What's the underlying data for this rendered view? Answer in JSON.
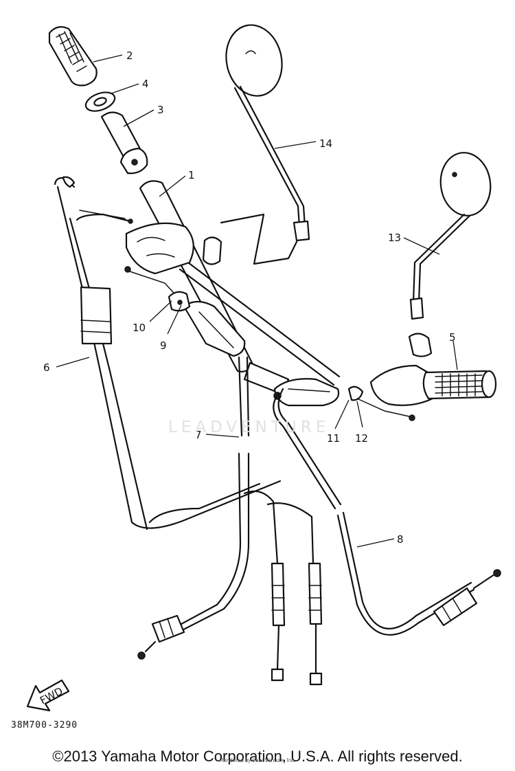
{
  "diagram": {
    "code": "38M700-3290",
    "fwd_label": "FWD",
    "watermark": "LEADVENTURE",
    "copyright": "©2013 Yamaha Motor Corporation, U.S.A. All rights reserved.",
    "rendered_by": "Rendered by LeadVenture, Inc.",
    "callouts": [
      {
        "id": "1",
        "label": "1"
      },
      {
        "id": "2",
        "label": "2"
      },
      {
        "id": "3",
        "label": "3"
      },
      {
        "id": "4",
        "label": "4"
      },
      {
        "id": "5",
        "label": "5"
      },
      {
        "id": "6",
        "label": "6"
      },
      {
        "id": "7",
        "label": "7"
      },
      {
        "id": "8",
        "label": "8"
      },
      {
        "id": "9",
        "label": "9"
      },
      {
        "id": "10",
        "label": "10"
      },
      {
        "id": "11",
        "label": "11"
      },
      {
        "id": "12",
        "label": "12"
      },
      {
        "id": "13",
        "label": "13"
      },
      {
        "id": "14",
        "label": "14"
      }
    ]
  }
}
